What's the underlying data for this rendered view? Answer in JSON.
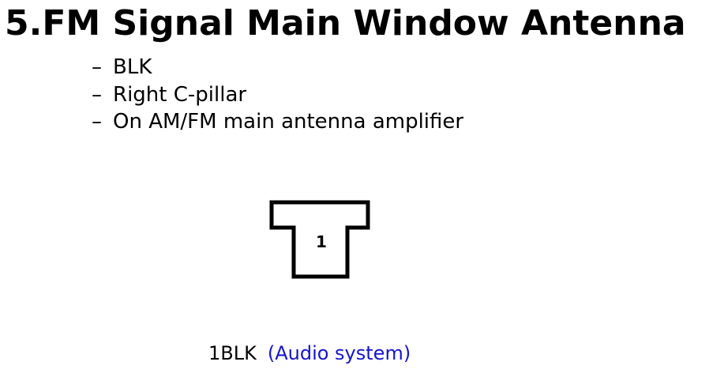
{
  "title": "5.FM Signal Main Window Antenna",
  "details": {
    "dash": "–",
    "items": [
      "BLK",
      "Right C-pillar",
      "On AM/FM main antenna amplifier"
    ]
  },
  "connector": {
    "pins": [
      "1"
    ]
  },
  "caption": {
    "wire": "1BLK",
    "system_link": "(Audio system)"
  },
  "colors": {
    "link": "#1414d2",
    "outline": "#000000"
  }
}
